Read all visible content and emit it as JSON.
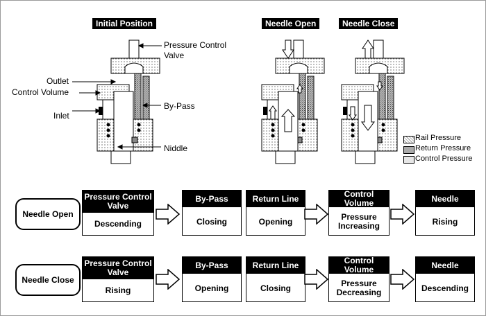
{
  "diagram": {
    "headers": {
      "initial": "Initial Position",
      "open": "Needle Open",
      "close": "Needle Close"
    },
    "labels": {
      "pcv": "Pressure Control\nValve",
      "outlet": "Outlet",
      "control_volume": "Control Volume",
      "inlet": "Inlet",
      "bypass": "By-Pass",
      "niddle": "Niddle"
    },
    "legend": [
      "Rail Pressure",
      "Return Pressure",
      "Control Pressure"
    ]
  },
  "flows": [
    {
      "title": "Needle Open",
      "steps": [
        {
          "top": "Pressure Control\nValve",
          "bottom": "Descending"
        },
        {
          "top": "By-Pass",
          "bottom": "Closing"
        },
        {
          "top": "Return Line",
          "bottom": "Opening"
        },
        {
          "top": "Control Volume",
          "bottom": "Pressure\nIncreasing"
        },
        {
          "top": "Needle",
          "bottom": "Rising"
        }
      ]
    },
    {
      "title": "Needle Close",
      "steps": [
        {
          "top": "Pressure Control\nValve",
          "bottom": "Rising"
        },
        {
          "top": "By-Pass",
          "bottom": "Opening"
        },
        {
          "top": "Return Line",
          "bottom": "Closing"
        },
        {
          "top": "Control Volume",
          "bottom": "Pressure\nDecreasing"
        },
        {
          "top": "Needle",
          "bottom": "Descending"
        }
      ]
    }
  ]
}
